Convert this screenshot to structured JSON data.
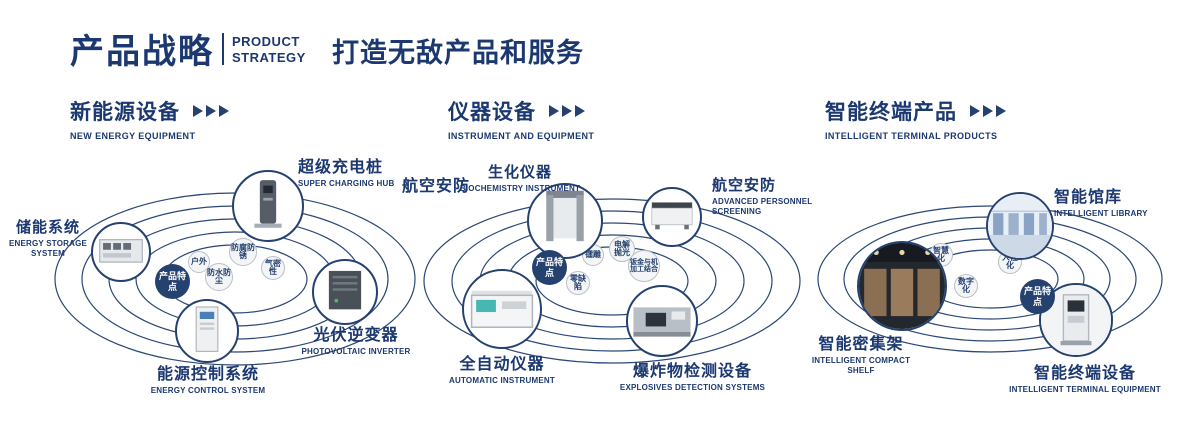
{
  "colors": {
    "navy": "#24416f",
    "text_navy": "#1c3870"
  },
  "header": {
    "title_cn": "产品战略",
    "title_en_line1": "PRODUCT",
    "title_en_line2": "STRATEGY",
    "slogan": "打造无敌产品和服务"
  },
  "sections": [
    {
      "title": "新能源设备",
      "subtitle": "NEW ENERGY EQUIPMENT",
      "center_label": "产品特点",
      "features": [
        "户外",
        "防腐防锈",
        "气密性",
        "防水防尘"
      ],
      "nodes": [
        {
          "label": "超级充电桩",
          "sublabel": "SUPER CHARGING HUB"
        },
        {
          "label": "储能系统",
          "sublabel": "ENERGY STORAGE SYSTEM"
        },
        {
          "label": "光伏逆变器",
          "sublabel": "PHOTOVOLTAIC INVERTER"
        },
        {
          "label": "能源控制系统",
          "sublabel": "ENERGY CONTROL SYSTEM"
        }
      ]
    },
    {
      "title": "仪器设备",
      "subtitle": "INSTRUMENT AND EQUIPMENT",
      "extra_label": "航空安防",
      "center_label": "产品特点",
      "features": [
        "镭雕",
        "电解抛光",
        "零缺陷",
        "钣金与机加工结合"
      ],
      "nodes": [
        {
          "label": "生化仪器",
          "sublabel": "BIOCHEMISTRY INSTRUMENT"
        },
        {
          "label": "航空安防",
          "sublabel": "ADVANCED PERSONNEL SCREENING"
        },
        {
          "label": "全自动仪器",
          "sublabel": "AUTOMATIC INSTRUMENT"
        },
        {
          "label": "爆炸物检测设备",
          "sublabel": "EXPLOSIVES DETECTION SYSTEMS"
        }
      ]
    },
    {
      "title": "智能终端产品",
      "subtitle": "INTELLIGENT TERMINAL PRODUCTS",
      "center_label": "产品特点",
      "features": [
        "智慧化",
        "人性化",
        "数字化"
      ],
      "nodes": [
        {
          "label": "智能馆库",
          "sublabel": "INTELLIGENT LIBRARY"
        },
        {
          "label": "智能密集架",
          "sublabel": "INTELLIGENT COMPACT SHELF"
        },
        {
          "label": "智能终端设备",
          "sublabel": "INTELLIGENT TERMINAL EQUIPMENT"
        }
      ]
    }
  ]
}
